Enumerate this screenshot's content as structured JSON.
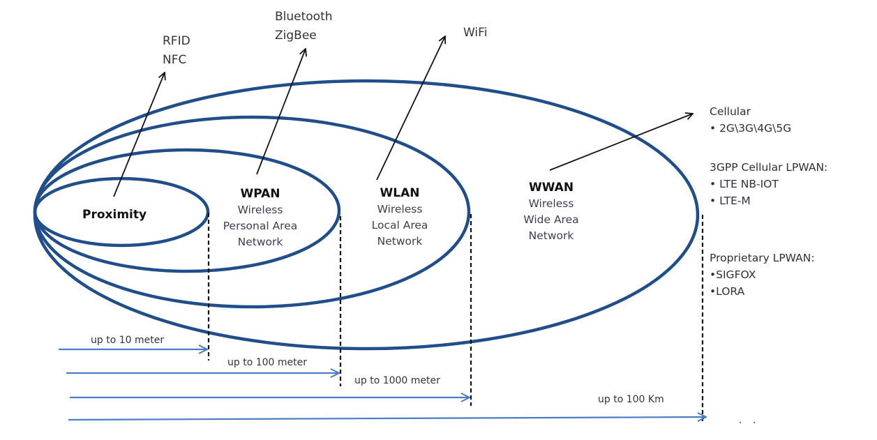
{
  "diagram": {
    "title": "",
    "networks": [
      {
        "id": "proximity",
        "title": "Proximity",
        "subtitle": [],
        "technologies": [
          "RFID",
          "NFC"
        ],
        "range": "up to 10 meter"
      },
      {
        "id": "wpan",
        "title": "WPAN",
        "subtitle": [
          "Wireless",
          "Personal Area",
          "Network"
        ],
        "technologies": [
          "Bluetooth",
          "ZigBee"
        ],
        "range": "up to 100 meter"
      },
      {
        "id": "wlan",
        "title": "WLAN",
        "subtitle": [
          "Wireless",
          "Local Area",
          "Network"
        ],
        "technologies": [
          "WiFi"
        ],
        "range": "up to 1000 meter"
      },
      {
        "id": "wwan",
        "title": "WWAN",
        "subtitle": [
          "Wireless",
          "Wide Area",
          "Network"
        ],
        "technologies": [],
        "range": "up to 100 Km"
      }
    ],
    "wwan_technologies": {
      "groups": [
        {
          "heading": "Cellular",
          "items": [
            "• 2G\\3G\\4G\\5G"
          ]
        },
        {
          "heading": "3GPP Cellular LPWAN:",
          "items": [
            "• LTE NB-IOT",
            "• LTE-M"
          ]
        },
        {
          "heading": "Proprietary LPWAN:",
          "items": [
            "•SIGFOX",
            "•LORA"
          ]
        }
      ]
    },
    "colors": {
      "ellipse": "#1f4e8a",
      "range_arrow": "#4a7cc6",
      "pointer_arrow": "#111111"
    }
  }
}
